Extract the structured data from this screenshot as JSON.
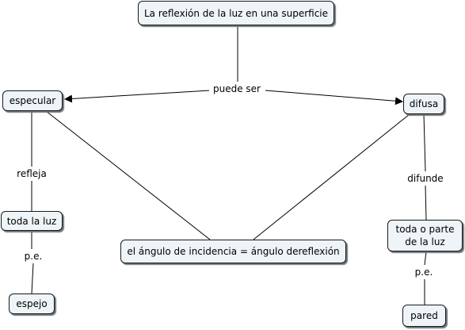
{
  "concepts": {
    "main": "La reflexión de la luz en una superficie",
    "especular": "especular",
    "difusa": "difusa",
    "toda_la_luz": "toda la luz",
    "espejo": "espejo",
    "angulo": "el ángulo de incidencia = ángulo dereflexión",
    "toda_o_parte": "toda o parte\nde la luz",
    "pared": "pared"
  },
  "links": {
    "puede_ser": "puede ser",
    "refleja": "refleja",
    "difunde": "difunde",
    "pe_left": "p.e.",
    "pe_right": "p.e."
  }
}
